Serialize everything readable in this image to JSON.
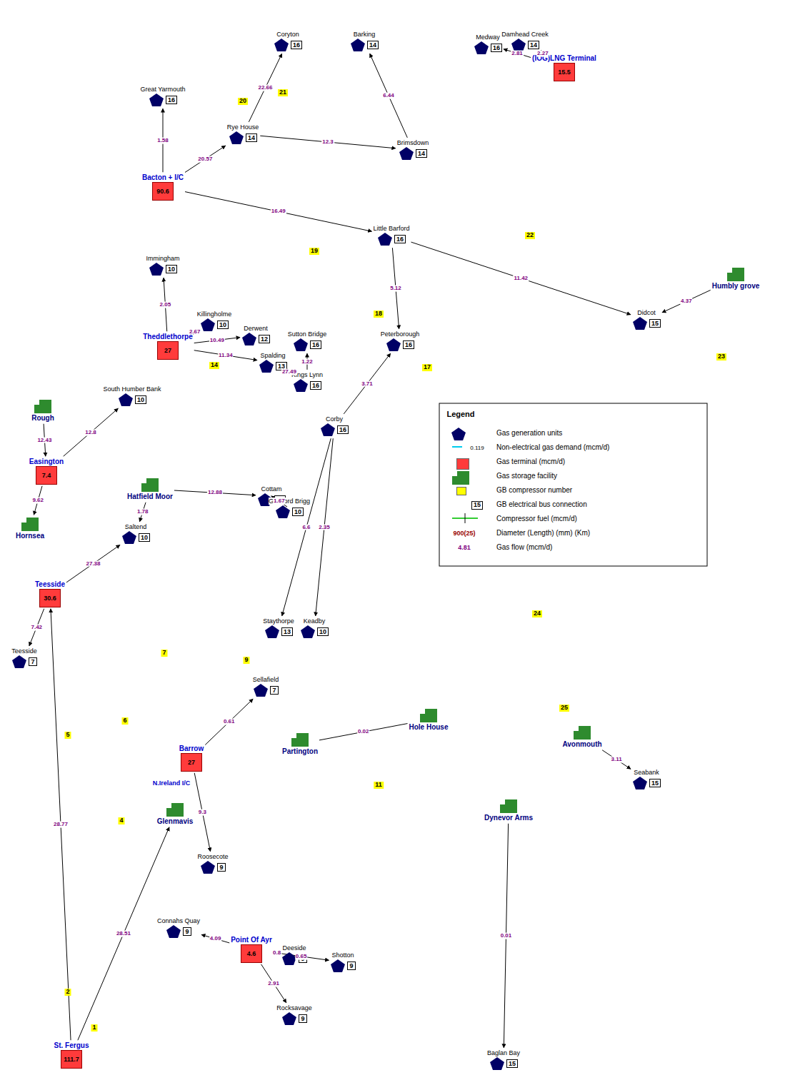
{
  "diagram": {
    "nodes": [
      {
        "text": [
          "Great Yarmouth",
          "16"
        ]
      },
      {
        "text": [
          "Bacton + I/C",
          "90.6"
        ]
      },
      {
        "text": [
          "Coryton",
          "16"
        ]
      },
      {
        "text": [
          "Barking",
          "14"
        ]
      },
      {
        "text": [
          "Medway",
          "16"
        ]
      },
      {
        "text": [
          "Damhead Creek",
          "14"
        ]
      },
      {
        "text": [
          "(IOG)LNG Terminal",
          "15.5"
        ]
      },
      {
        "text": [
          "Rye House",
          "14"
        ]
      },
      {
        "text": [
          "Brimsdown",
          "14"
        ]
      },
      {
        "text": [
          "Little Barford",
          "16"
        ]
      },
      {
        "text": [
          "Immingham",
          "10"
        ]
      },
      {
        "text": [
          "Theddlethorpe",
          "27"
        ]
      },
      {
        "text": [
          "Killingholme",
          "10"
        ]
      },
      {
        "text": [
          "Derwent",
          "12"
        ]
      },
      {
        "text": [
          "Spalding",
          "13"
        ]
      },
      {
        "text": [
          "Sutton Bridge",
          "16"
        ]
      },
      {
        "text": [
          "Kings Lynn",
          "16"
        ]
      },
      {
        "text": [
          "Peterborough",
          "16"
        ]
      },
      {
        "text": [
          "Corby",
          "16"
        ]
      },
      {
        "text": [
          "Didcot",
          "15"
        ]
      },
      {
        "text": [
          "Humbly grove"
        ]
      },
      {
        "text": [
          "Rough"
        ]
      },
      {
        "text": [
          "Easington",
          "7.4"
        ]
      },
      {
        "text": [
          "South Humber Bank",
          "10"
        ]
      },
      {
        "text": [
          "Hornsea"
        ]
      },
      {
        "text": [
          "Hatfield Moor"
        ]
      },
      {
        "text": [
          "Saltend",
          "10"
        ]
      },
      {
        "text": [
          "Cottam",
          "13"
        ]
      },
      {
        "text": [
          "Glanford Brigg",
          "10"
        ]
      },
      {
        "text": [
          "Teesside",
          "30.6"
        ]
      },
      {
        "text": [
          "Teesside",
          "7"
        ]
      },
      {
        "text": [
          "Staythorpe",
          "13"
        ]
      },
      {
        "text": [
          "Keadby",
          "10"
        ]
      },
      {
        "text": [
          "Sellafield",
          "7"
        ]
      },
      {
        "text": [
          "Barrow",
          "27"
        ]
      },
      {
        "text": [
          "Roosecote",
          "9"
        ]
      },
      {
        "text": [
          "Glenmavis"
        ]
      },
      {
        "text": [
          "Partington"
        ]
      },
      {
        "text": [
          "Hole House"
        ]
      },
      {
        "text": [
          "Avonmouth"
        ]
      },
      {
        "text": [
          "Seabank",
          "15"
        ]
      },
      {
        "text": [
          "Dynevor Arms"
        ]
      },
      {
        "text": [
          "Baglan Bay",
          "15"
        ]
      },
      {
        "text": [
          "Connahs Quay",
          "9"
        ]
      },
      {
        "text": [
          "Point Of Ayr",
          "4.6"
        ]
      },
      {
        "text": [
          "Deeside",
          "9"
        ]
      },
      {
        "text": [
          "Shotton",
          "9"
        ]
      },
      {
        "text": [
          "Rocksavage",
          "9"
        ]
      },
      {
        "text": [
          "St. Fergus",
          "111.7"
        ]
      }
    ],
    "edges": [
      {
        "from": 1,
        "to": 0,
        "arrow": "to",
        "label": "1.58"
      },
      {
        "from": 1,
        "to": 7,
        "arrow": "to",
        "label": "20.57"
      },
      {
        "from": 1,
        "to": 9,
        "arrow": "to",
        "label": "16.49"
      },
      {
        "from": 7,
        "to": 2,
        "arrow": "to",
        "label": "22.66"
      },
      {
        "from": 7,
        "to": 8,
        "arrow": "to",
        "label": "12.3"
      },
      {
        "from": 8,
        "to": 3,
        "arrow": "to",
        "label": "6.44"
      },
      {
        "from": 6,
        "to": 4,
        "arrow": "to",
        "label": "2.81"
      },
      {
        "from": 6,
        "to": 5,
        "arrow": "to",
        "label": "2.27"
      },
      {
        "from": 9,
        "to": 19,
        "arrow": "to",
        "label": "11.42"
      },
      {
        "from": 20,
        "to": 19,
        "arrow": "to",
        "label": "4.37"
      },
      {
        "from": 11,
        "to": 10,
        "arrow": "to",
        "label": "2.05"
      },
      {
        "from": 11,
        "to": 12,
        "arrow": "to",
        "label": "2.67"
      },
      {
        "from": 11,
        "to": 13,
        "arrow": "to",
        "label": "10.49"
      },
      {
        "from": 11,
        "to": 14,
        "arrow": "to",
        "label": "11.34"
      },
      {
        "from": 14,
        "to": 16,
        "arrow": "to",
        "label": "27.49"
      },
      {
        "from": 16,
        "to": 15,
        "arrow": "to",
        "label": "1.22"
      },
      {
        "from": 18,
        "to": 17,
        "arrow": "to",
        "label": "3.71"
      },
      {
        "from": 9,
        "to": 17,
        "arrow": "to",
        "label": "5.12"
      },
      {
        "from": 21,
        "to": 22,
        "arrow": "to",
        "label": "12.43"
      },
      {
        "from": 22,
        "to": 23,
        "arrow": "to",
        "label": "12.8"
      },
      {
        "from": 22,
        "to": 24,
        "arrow": "to",
        "label": "9.62"
      },
      {
        "from": 25,
        "to": 26,
        "arrow": "to",
        "label": "1.78"
      },
      {
        "from": 25,
        "to": 27,
        "arrow": "to",
        "label": "12.88"
      },
      {
        "from": 27,
        "to": 28,
        "arrow": "to",
        "label": "1.67"
      },
      {
        "from": 29,
        "to": 30,
        "arrow": "to",
        "label": "7.42"
      },
      {
        "from": 29,
        "to": 26,
        "arrow": "to",
        "label": "27.38"
      },
      {
        "from": 18,
        "to": 31,
        "arrow": "to",
        "label": "6.6"
      },
      {
        "from": 18,
        "to": 32,
        "arrow": "to",
        "label": "2.35"
      },
      {
        "from": 34,
        "to": 35,
        "arrow": "to",
        "label": "9.3"
      },
      {
        "from": 34,
        "to": 33,
        "arrow": "to",
        "label": "0.61"
      },
      {
        "from": 37,
        "to": 38,
        "arrow": "none",
        "label": "0.02"
      },
      {
        "from": 39,
        "to": 40,
        "arrow": "to",
        "label": "3.11"
      },
      {
        "from": 41,
        "to": 42,
        "arrow": "to",
        "label": "0.01"
      },
      {
        "from": 44,
        "to": 43,
        "arrow": "to",
        "label": "4.09"
      },
      {
        "from": 44,
        "to": 47,
        "arrow": "to",
        "label": "2.91"
      },
      {
        "from": 44,
        "to": 45,
        "arrow": "to",
        "label": "0.8"
      },
      {
        "from": 44,
        "to": 46,
        "arrow": "to",
        "label": "0.65"
      },
      {
        "from": 48,
        "to": 36,
        "arrow": "to",
        "label": "28.51"
      },
      {
        "from": 48,
        "to": 29,
        "arrow": "to",
        "label": "28.77"
      }
    ],
    "labels": [
      "Legend",
      "0.119",
      "15",
      "900(25)",
      "4.81",
      "N.Ireland I/C",
      "20",
      "21",
      "19",
      "18",
      "17",
      "22",
      "23",
      "24",
      "25",
      "14",
      "7",
      "6",
      "5",
      "4",
      "2",
      "1",
      "9",
      "11"
    ],
    "legend": [
      {
        "text": "Gas generation units"
      },
      {
        "text": "Non-electrical gas demand (mcm/d)"
      },
      {
        "text": "Gas terminal (mcm/d)",
        "color": "#ff3b3b"
      },
      {
        "text": "Gas storage facility"
      },
      {
        "text": "GB compressor number",
        "color": "#ffff00"
      },
      {
        "text": "GB electrical bus connection"
      },
      {
        "text": "Compressor fuel (mcm/d)"
      },
      {
        "text": "Diameter (Length) (mm) (Km)"
      },
      {
        "text": "Gas flow (mcm/d)"
      }
    ]
  }
}
